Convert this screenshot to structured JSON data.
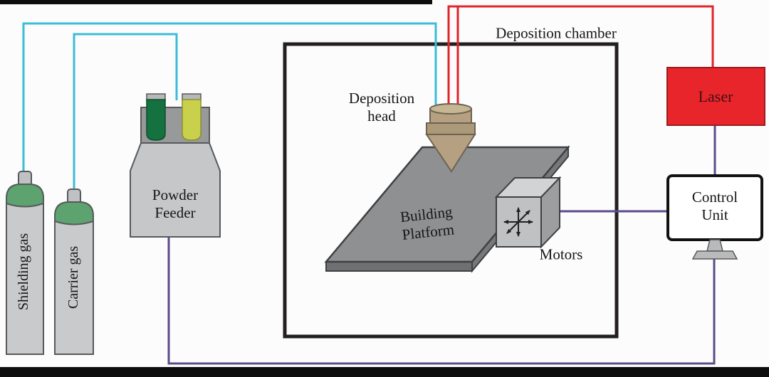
{
  "components": {
    "shielding_gas": {
      "label": "Shielding gas"
    },
    "carrier_gas": {
      "label": "Carrier gas"
    },
    "powder_feeder": {
      "label_lines": [
        "Powder",
        "Feeder"
      ]
    },
    "deposition_chamber": {
      "label": "Deposition chamber"
    },
    "deposition_head": {
      "label_lines": [
        "Deposition",
        "head"
      ]
    },
    "building_platform": {
      "label_lines": [
        "Building",
        "Platform"
      ]
    },
    "motors": {
      "label": "Motors"
    },
    "laser": {
      "label": "Laser"
    },
    "control_unit": {
      "label_lines": [
        "Control",
        "Unit"
      ]
    }
  },
  "connections": [
    {
      "from": "shielding_gas",
      "to": "deposition_head",
      "color": "#3bbcd9"
    },
    {
      "from": "carrier_gas",
      "to": "powder_feeder",
      "color": "#3bbcd9"
    },
    {
      "from": "laser",
      "to": "deposition_head",
      "color": "#e0242a"
    },
    {
      "from": "control_unit",
      "to": "laser",
      "color": "#5b4b8a"
    },
    {
      "from": "control_unit",
      "to": "motors",
      "color": "#5b4b8a"
    },
    {
      "from": "control_unit",
      "to": "powder_feeder",
      "color": "#5b4b8a"
    }
  ],
  "colors": {
    "gas_line": "#3bbcd9",
    "laser_line": "#e0242a",
    "control_line": "#5b4b8a",
    "laser_box": "#e8252b",
    "chamber_border": "#231f20",
    "cylinder_body": "#c9cacc",
    "cylinder_dome": "#5da36f",
    "hopper_green": "#15713f",
    "hopper_yellow": "#c9d14c",
    "head_tan": "#b5a182",
    "platform_gray": "#8f9092"
  }
}
